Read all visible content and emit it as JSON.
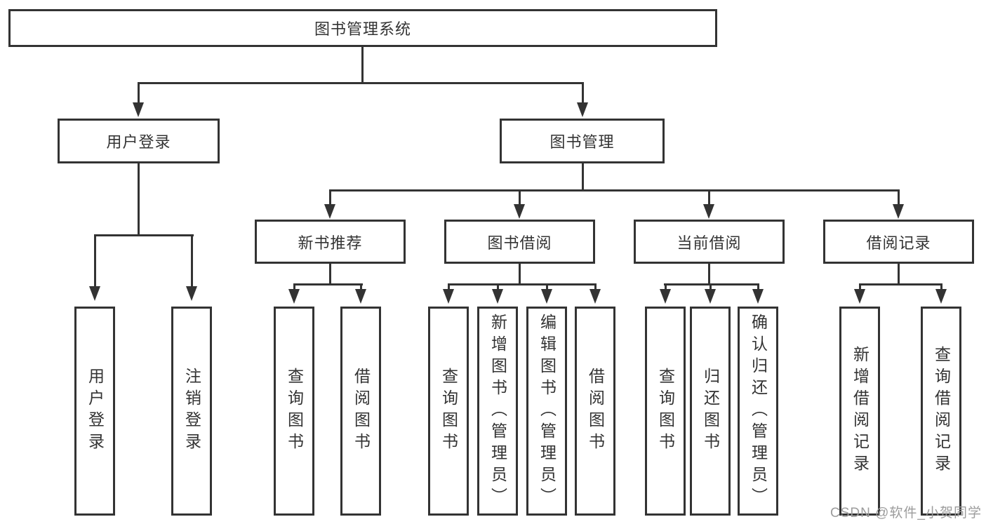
{
  "diagram_type": "hierarchy-tree",
  "tree": {
    "label": "图书管理系统",
    "children": [
      {
        "label": "用户登录",
        "children": [
          {
            "label": "用户登录"
          },
          {
            "label": "注销登录"
          }
        ]
      },
      {
        "label": "图书管理",
        "children": [
          {
            "label": "新书推荐",
            "children": [
              {
                "label": "查询图书"
              },
              {
                "label": "借阅图书"
              }
            ]
          },
          {
            "label": "图书借阅",
            "children": [
              {
                "label": "查询图书"
              },
              {
                "label": "新增图书（管理员）"
              },
              {
                "label": "编辑图书（管理员）"
              },
              {
                "label": "借阅图书"
              }
            ]
          },
          {
            "label": "当前借阅",
            "children": [
              {
                "label": "查询图书"
              },
              {
                "label": "归还图书"
              },
              {
                "label": "确认归还（管理员）"
              }
            ]
          },
          {
            "label": "借阅记录",
            "children": [
              {
                "label": "新增借阅记录"
              },
              {
                "label": "查询借阅记录"
              }
            ]
          }
        ]
      }
    ]
  },
  "watermark": {
    "text": "CSDN @软件_小贺同学"
  },
  "colors": {
    "line": "#333333",
    "box_background": "#ffffff",
    "text": "#333333",
    "watermark": "#9c9c9c",
    "page_background": "#ffffff"
  }
}
